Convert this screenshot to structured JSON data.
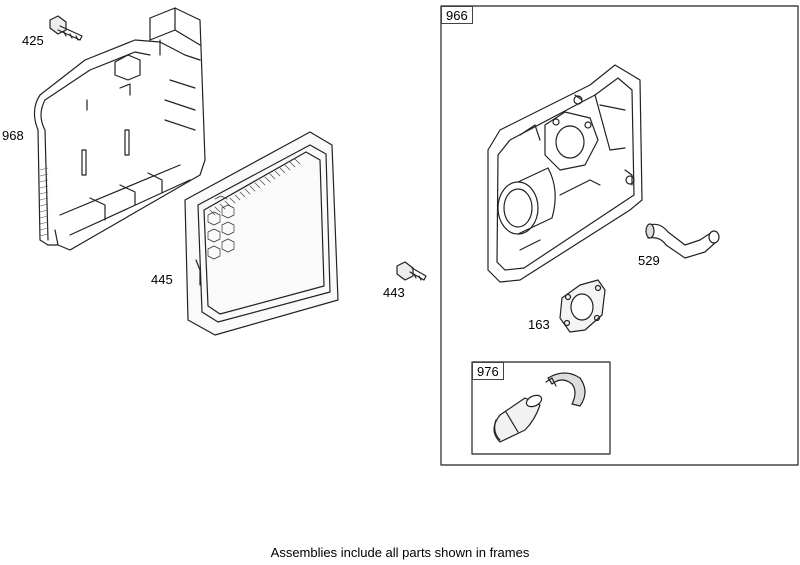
{
  "labels": {
    "p425": "425",
    "p968": "968",
    "p445": "445",
    "p443": "443",
    "p966": "966",
    "p529": "529",
    "p163": "163",
    "p976": "976"
  },
  "footer_note": "Assemblies include all parts shown in frames"
}
